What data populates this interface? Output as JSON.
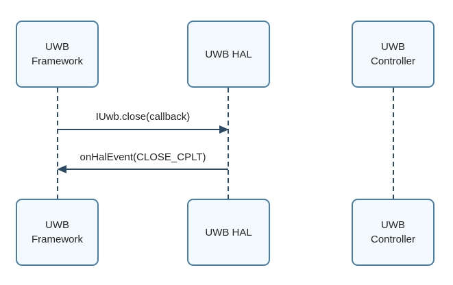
{
  "diagram_type": "sequence",
  "actors": {
    "framework": {
      "label": "UWB Framework"
    },
    "hal": {
      "label": "UWB HAL"
    },
    "controller": {
      "label": "UWB Controller"
    }
  },
  "messages": [
    {
      "label": "IUwb.close(callback)",
      "from": "framework",
      "to": "hal",
      "direction": "right"
    },
    {
      "label": "onHalEvent(CLOSE_CPLT)",
      "from": "hal",
      "to": "framework",
      "direction": "left"
    }
  ],
  "colors": {
    "background": "#ffffff",
    "box_fill": "#f3f9fc",
    "box_border": "#4a7fa5",
    "line": "#2c4a63",
    "text": "#262626"
  }
}
